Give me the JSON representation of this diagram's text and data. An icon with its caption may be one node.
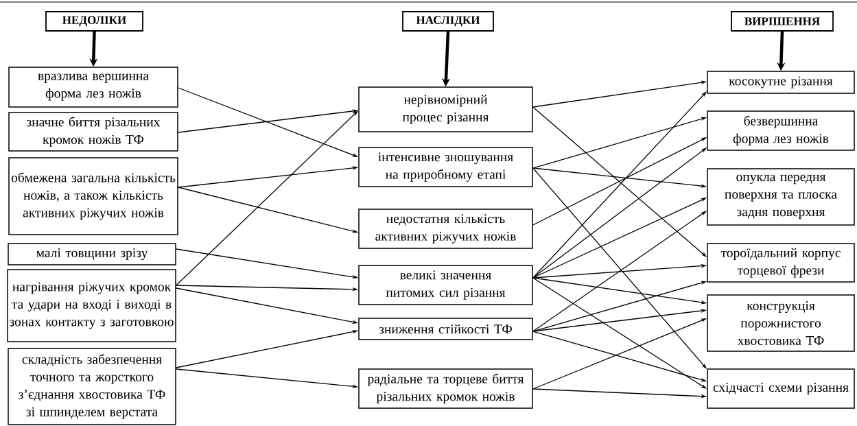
{
  "diagram": {
    "nodes": [
      {
        "text": [
          "НЕДОЛІКИ"
        ]
      },
      {
        "text": [
          "НАСЛІДКИ"
        ]
      },
      {
        "text": [
          "ВИРІШЕННЯ"
        ]
      },
      {
        "text": [
          "вразлива вершинна форма лез ножів"
        ]
      },
      {
        "text": [
          "значне биття різальних кромок ножів ТФ"
        ]
      },
      {
        "text": [
          "обмежена загальна кількість ножів, а також кількість активних ріжучих ножів"
        ]
      },
      {
        "text": [
          "малі товщини зрізу"
        ]
      },
      {
        "text": [
          "нагрівання ріжучих кромок та удари на вході і виході в зонах контакту з заготовкою"
        ]
      },
      {
        "text": [
          "складність забезпечення точного та жорсткого з’єднання хвостовика ТФ зі шпинделем верстата"
        ]
      },
      {
        "text": [
          "нерівномірний процес різання"
        ]
      },
      {
        "text": [
          "інтенсивне зношування на приробному етапі"
        ]
      },
      {
        "text": [
          "недостатня кількість активних ріжучих ножів"
        ]
      },
      {
        "text": [
          "великі значення питомих сил різання"
        ]
      },
      {
        "text": [
          "зниження стійкості ТФ"
        ]
      },
      {
        "text": [
          "радіальне та торцеве биття різальних кромок ножів"
        ]
      },
      {
        "text": [
          "косокутне різання"
        ]
      },
      {
        "text": [
          "безвершинна форма лез ножів"
        ]
      },
      {
        "text": [
          "опукла передня поверхня та плоска задня поверхня"
        ]
      },
      {
        "text": [
          "тороїдальний корпус торцевої фрези"
        ]
      },
      {
        "text": [
          "конструкція порожнистого хвостовика ТФ"
        ]
      },
      {
        "text": [
          "східчасті схеми різання"
        ]
      }
    ],
    "edges": [
      {
        "from": 3,
        "to": 10,
        "arrow": "to"
      },
      {
        "from": 4,
        "to": 9,
        "arrow": "to"
      },
      {
        "from": 5,
        "to": 10,
        "arrow": "to"
      },
      {
        "from": 5,
        "to": 11,
        "arrow": "to"
      },
      {
        "from": 6,
        "to": 12,
        "arrow": "to"
      },
      {
        "from": 7,
        "to": 9,
        "arrow": "to"
      },
      {
        "from": 7,
        "to": 12,
        "arrow": "to"
      },
      {
        "from": 7,
        "to": 13,
        "arrow": "to"
      },
      {
        "from": 8,
        "to": 13,
        "arrow": "to"
      },
      {
        "from": 8,
        "to": 14,
        "arrow": "to"
      },
      {
        "from": 9,
        "to": 15,
        "arrow": "to"
      },
      {
        "from": 9,
        "to": 18,
        "arrow": "to"
      },
      {
        "from": 10,
        "to": 16,
        "arrow": "to"
      },
      {
        "from": 10,
        "to": 17,
        "arrow": "to"
      },
      {
        "from": 10,
        "to": 20,
        "arrow": "to"
      },
      {
        "from": 11,
        "to": 16,
        "arrow": "to"
      },
      {
        "from": 12,
        "to": 15,
        "arrow": "to"
      },
      {
        "from": 12,
        "to": 16,
        "arrow": "to"
      },
      {
        "from": 12,
        "to": 17,
        "arrow": "to"
      },
      {
        "from": 12,
        "to": 18,
        "arrow": "to"
      },
      {
        "from": 12,
        "to": 19,
        "arrow": "to"
      },
      {
        "from": 12,
        "to": 20,
        "arrow": "to"
      },
      {
        "from": 13,
        "to": 17,
        "arrow": "to"
      },
      {
        "from": 13,
        "to": 18,
        "arrow": "to"
      },
      {
        "from": 13,
        "to": 19,
        "arrow": "to"
      },
      {
        "from": 13,
        "to": 20,
        "arrow": "to"
      },
      {
        "from": 14,
        "to": 19,
        "arrow": "to"
      },
      {
        "from": 14,
        "to": 20,
        "arrow": "to"
      },
      {
        "from": 0,
        "to": 3,
        "arrow": "to",
        "style": "thick"
      },
      {
        "from": 1,
        "to": 9,
        "arrow": "to",
        "style": "thick"
      },
      {
        "from": 2,
        "to": 15,
        "arrow": "to",
        "style": "thick"
      }
    ]
  }
}
